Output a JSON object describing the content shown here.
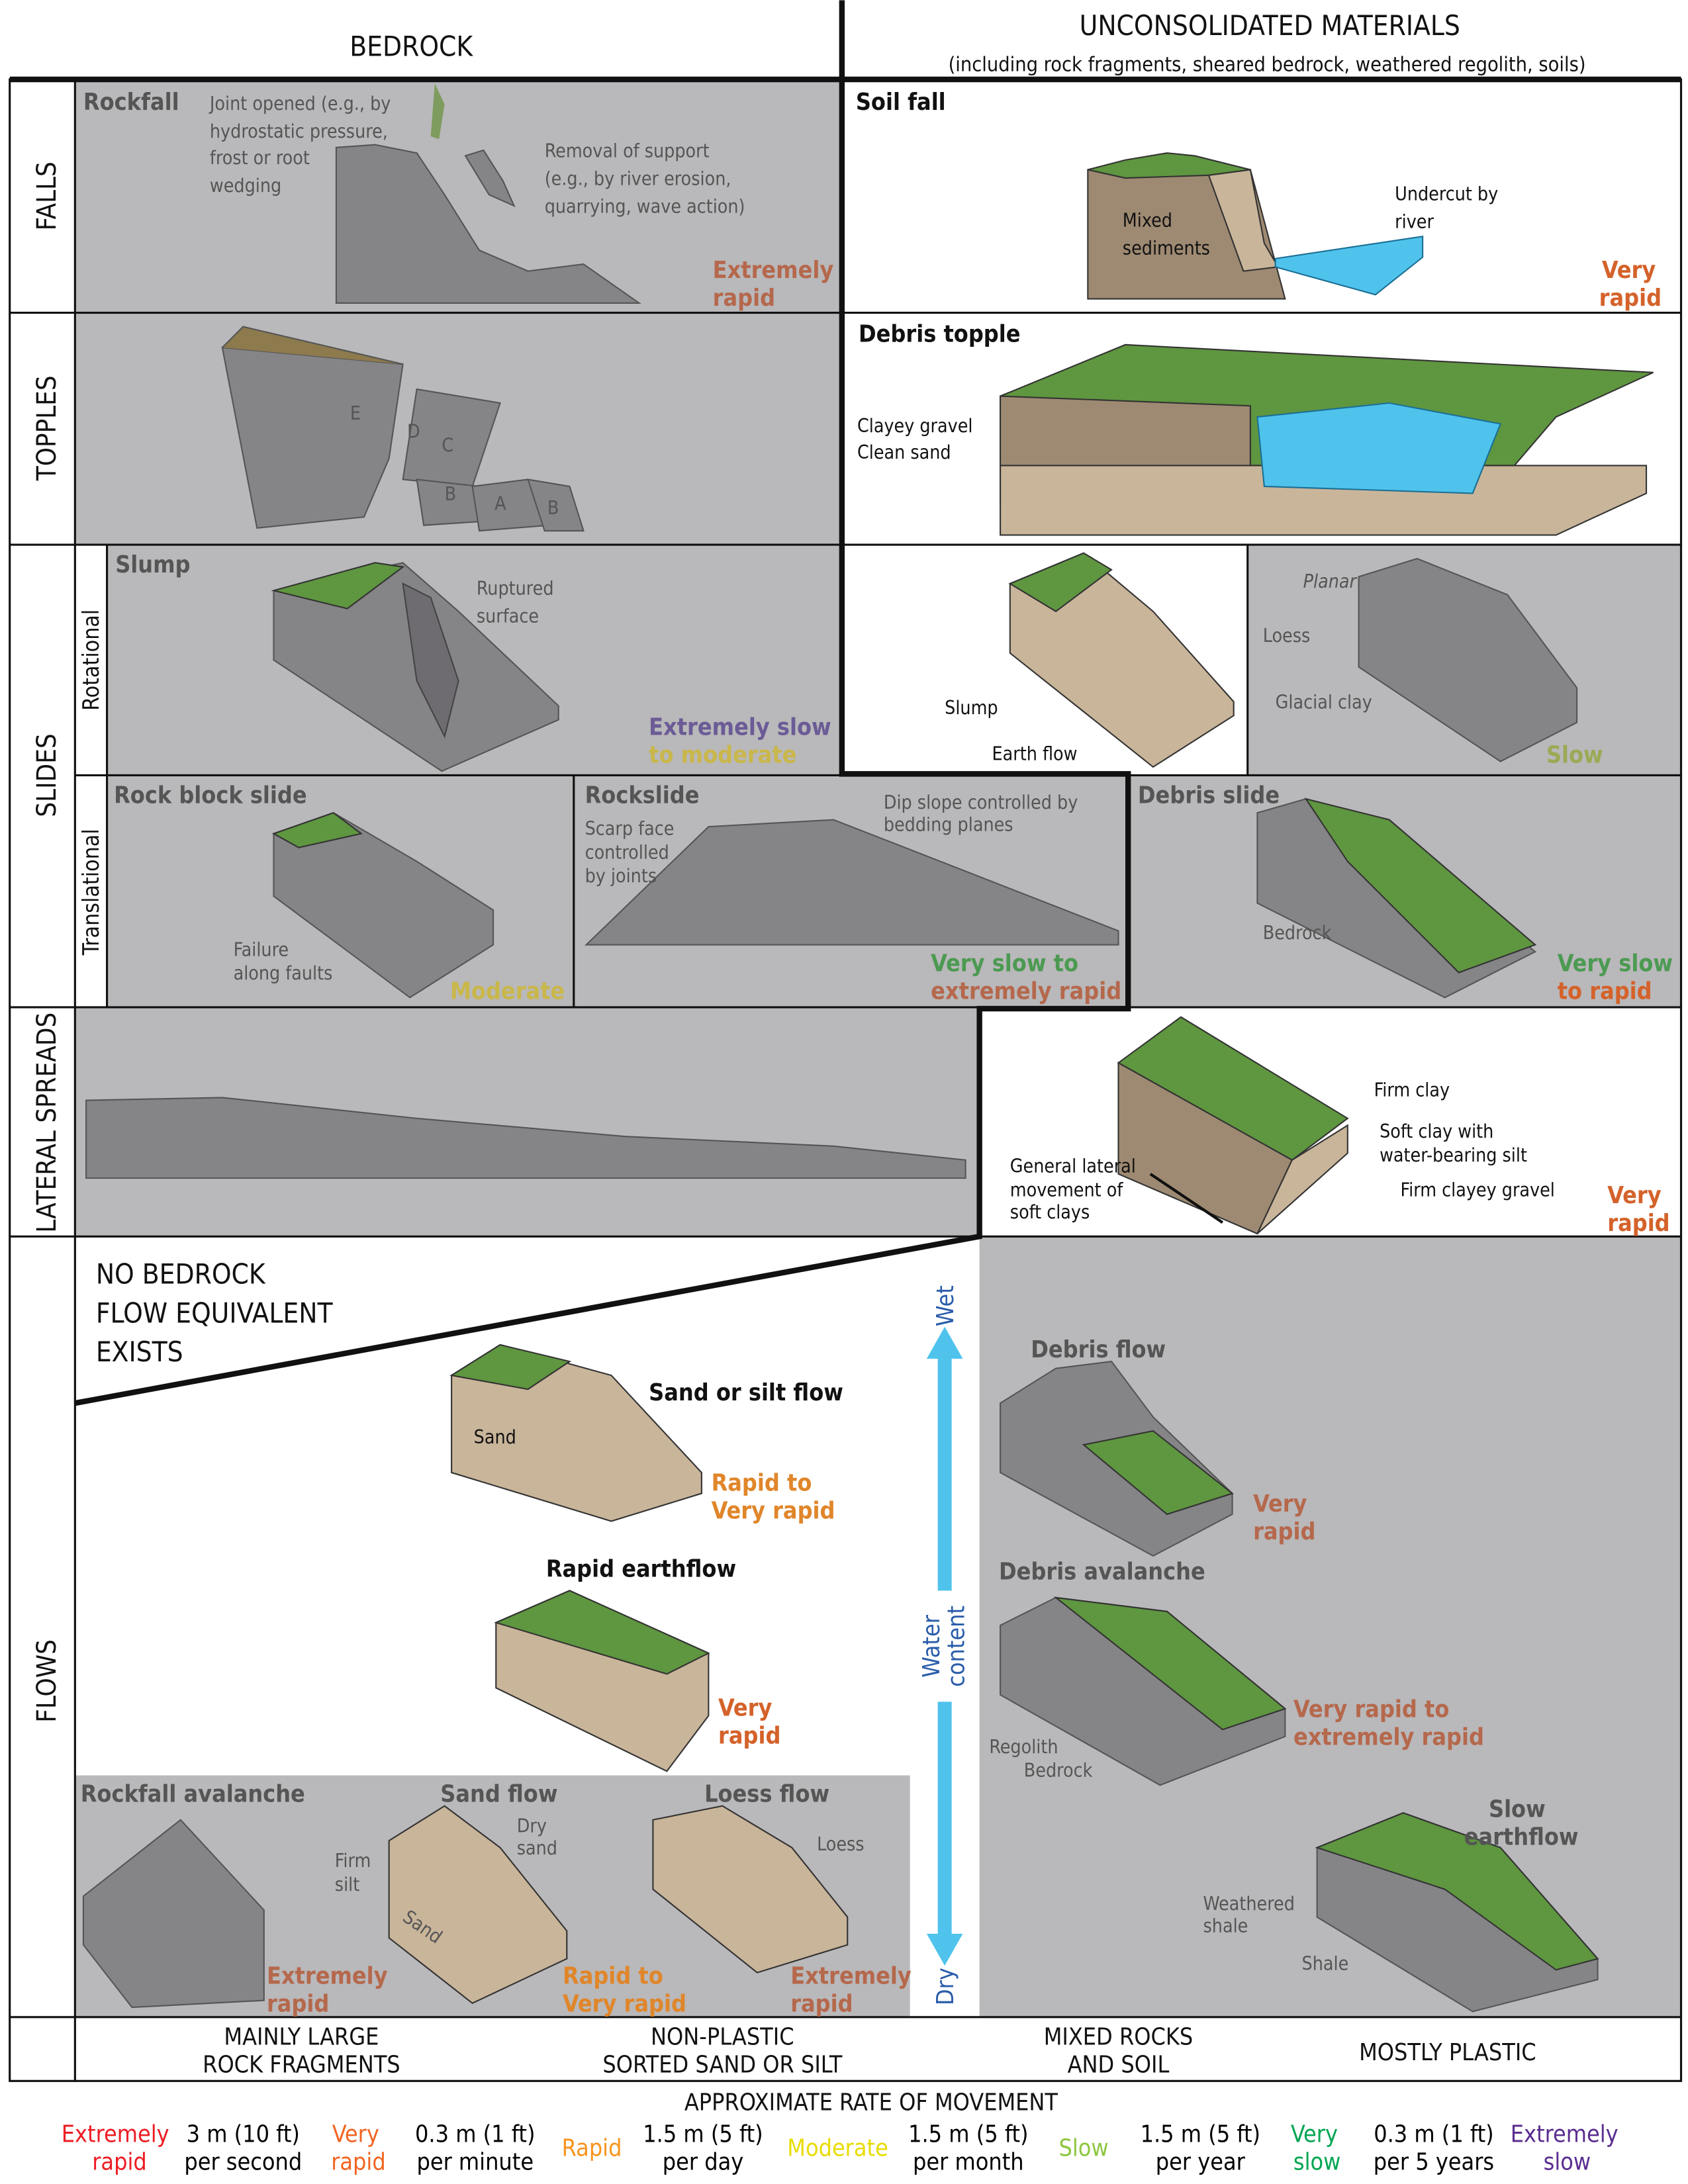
{
  "header": {
    "bedrock": "BEDROCK",
    "unconsolidated": "UNCONSOLIDATED MATERIALS",
    "unconsolidated_sub": "(including rock fragments, sheared bedrock, weathered regolith, soils)"
  },
  "rows": {
    "falls": "FALLS",
    "topples": "TOPPLES",
    "slides": "SLIDES",
    "rotational": "Rotational",
    "translational": "Translational",
    "lateral": "LATERAL SPREADS",
    "flows": "FLOWS"
  },
  "falls": {
    "rockfall": {
      "title": "Rockfall",
      "note1": [
        "Joint opened (e.g., by",
        "hydrostatic pressure,",
        "frost or root",
        "wedging"
      ],
      "note2": [
        "Removal of support",
        "(e.g., by river erosion,",
        "quarrying, wave action)"
      ],
      "rate": [
        "Extremely",
        "rapid"
      ]
    },
    "soilfall": {
      "title": "Soil fall",
      "note1": [
        "Mixed",
        "sediments"
      ],
      "note2": [
        "Undercut by",
        "river"
      ],
      "rate": [
        "Very",
        "rapid"
      ]
    }
  },
  "topples": {
    "bedrock": {
      "blocks": [
        "E",
        "D",
        "C",
        "B",
        "A",
        "B"
      ]
    },
    "debris": {
      "title": "Debris topple",
      "labels": [
        "Clayey gravel",
        "Clean sand"
      ]
    }
  },
  "slides": {
    "slump": {
      "title": "Slump",
      "note": [
        "Ruptured",
        "surface"
      ],
      "rate": [
        "Extremely slow",
        "to moderate"
      ]
    },
    "unc_rot": {
      "slump": "Slump",
      "earthflow": "Earth flow"
    },
    "planar": {
      "title": "Planar",
      "loess": "Loess",
      "glacial": "Glacial clay",
      "rate": "Slow"
    },
    "rockblock": {
      "title": "Rock block slide",
      "note": [
        "Failure",
        "along faults"
      ],
      "rate": "Moderate"
    },
    "rockslide": {
      "title": "Rockslide",
      "note1": [
        "Scarp face",
        "controlled",
        "by joints"
      ],
      "note2": [
        "Dip slope controlled by",
        "bedding planes"
      ],
      "rate": [
        "Very slow to",
        "extremely rapid"
      ]
    },
    "debris": {
      "title": "Debris slide",
      "note": "Bedrock",
      "rate": [
        "Very slow",
        "to rapid"
      ]
    }
  },
  "lateral": {
    "labels": [
      "Firm clay",
      "Soft clay with",
      "water-bearing silt",
      "Firm clayey gravel"
    ],
    "note": [
      "General lateral",
      "movement of",
      "soft clays"
    ],
    "rate": [
      "Very",
      "rapid"
    ]
  },
  "flows": {
    "no_bedrock": [
      "NO BEDROCK",
      "FLOW EQUIVALENT",
      "EXISTS"
    ],
    "sand_silt": {
      "title": "Sand or silt flow",
      "note": "Sand",
      "rate": [
        "Rapid to",
        "Very rapid"
      ]
    },
    "rapid_earthflow": {
      "title": "Rapid earthflow",
      "rate": [
        "Very",
        "rapid"
      ]
    },
    "rockfall_avalanche": {
      "title": "Rockfall avalanche",
      "rate": [
        "Extremely",
        "rapid"
      ]
    },
    "sand_flow": {
      "title": "Sand flow",
      "note1": [
        "Dry",
        "sand"
      ],
      "note2": [
        "Firm",
        "silt"
      ],
      "note3": "Sand",
      "rate": [
        "Rapid to",
        "Very rapid"
      ]
    },
    "loess_flow": {
      "title": "Loess flow",
      "note": "Loess",
      "rate": [
        "Extremely",
        "rapid"
      ]
    },
    "water": {
      "wet": "Wet",
      "dry": "Dry",
      "label": [
        "Water",
        "content"
      ]
    },
    "debris_flow": {
      "title": "Debris flow",
      "rate": [
        "Very",
        "rapid"
      ]
    },
    "debris_avalanche": {
      "title": "Debris avalanche",
      "note1": "Regolith",
      "note2": "Bedrock",
      "rate": [
        "Very rapid to",
        "extremely rapid"
      ]
    },
    "slow_earthflow": {
      "title": [
        "Slow",
        "earthflow"
      ],
      "note1": [
        "Weathered",
        "shale"
      ],
      "note2": "Shale"
    }
  },
  "footer": {
    "cat1": [
      "MAINLY LARGE",
      "ROCK FRAGMENTS"
    ],
    "cat2": [
      "NON-PLASTIC",
      "SORTED SAND OR SILT"
    ],
    "cat3": [
      "MIXED ROCKS",
      "AND SOIL"
    ],
    "cat4": "MOSTLY PLASTIC"
  },
  "legend": {
    "title": "APPROXIMATE RATE OF MOVEMENT",
    "items": [
      {
        "rate": [
          "Extremely",
          "rapid"
        ],
        "speed": [
          "3 m (10 ft)",
          "per second"
        ],
        "color": "#ed1c24"
      },
      {
        "rate": [
          "Very",
          "rapid"
        ],
        "speed": [
          "0.3 m (1 ft)",
          "per minute"
        ],
        "color": "#f26522"
      },
      {
        "rate": [
          "Rapid"
        ],
        "speed": [
          "1.5 m (5 ft)",
          "per day"
        ],
        "color": "#f7941d"
      },
      {
        "rate": [
          "Moderate"
        ],
        "speed": [
          "1.5 m (5 ft)",
          "per month"
        ],
        "color": "#f2e600"
      },
      {
        "rate": [
          "Slow"
        ],
        "speed": [
          "1.5 m (5 ft)",
          "per year"
        ],
        "color": "#8dc63f"
      },
      {
        "rate": [
          "Very",
          "slow"
        ],
        "speed": [
          "0.3 m (1 ft)",
          "per 5 years"
        ],
        "color": "#00a651"
      },
      {
        "rate": [
          "Extremely",
          "slow"
        ],
        "color": "#5b2d90"
      }
    ]
  },
  "colors": {
    "panel_gray": "#b9b8ba",
    "water": "#4fc3ec",
    "grass": "#5f9640",
    "rate_extreme": "#b5684c",
    "rate_very": "#d4622a"
  }
}
